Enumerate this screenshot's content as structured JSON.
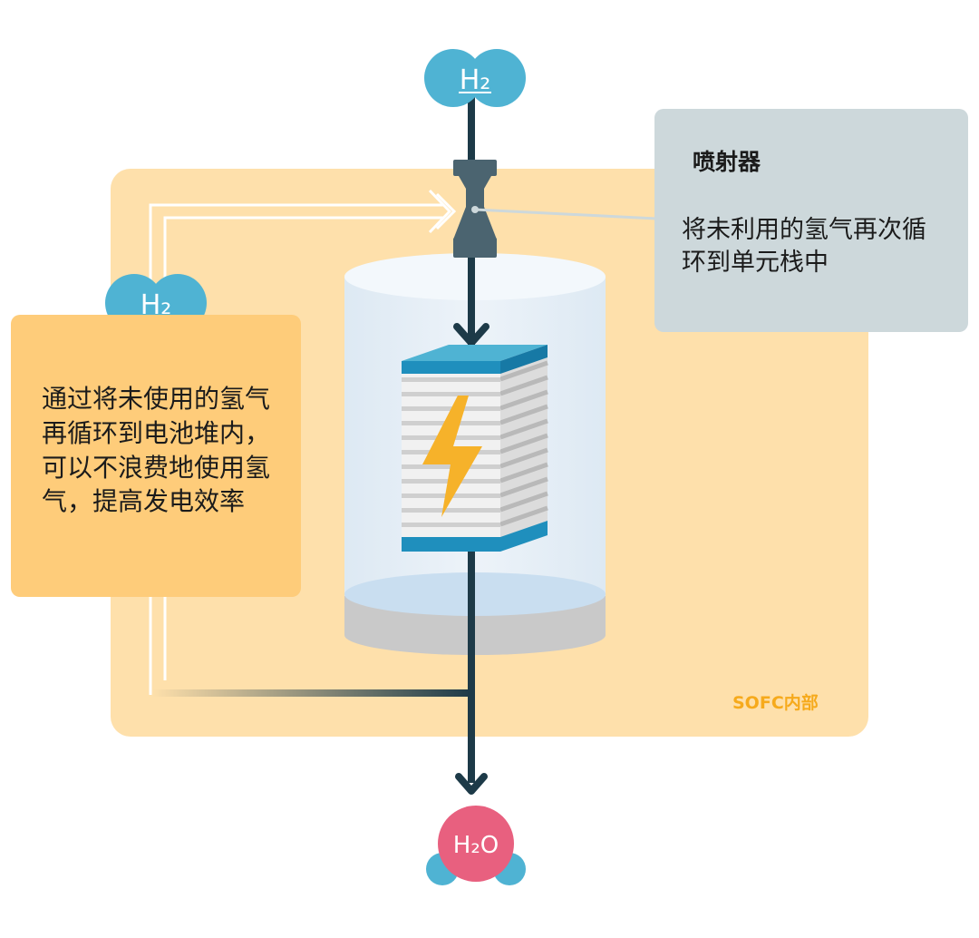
{
  "molecules": {
    "top": {
      "label": "H₂"
    },
    "left": {
      "label": "H₂"
    },
    "bottom": {
      "label": "H₂O"
    }
  },
  "injector_callout": {
    "title": "喷射器",
    "description": "将未利用的氢气再次循环到单元栈中"
  },
  "recycle_callout": {
    "description": "通过将未使用的氢气再循环到电池堆内，可以不浪费地使用氢气，提高发电效率"
  },
  "sofc_region": {
    "label": "SOFC内部"
  },
  "colors": {
    "sofc_region_bg": "#fee0ab",
    "recycle_callout_bg": "#fecc7a",
    "injector_callout_bg": "#cdd8db",
    "hydrogen_molecule": "#4fb3d3",
    "water_molecule": "#e8607f",
    "main_line": "#1d3a48",
    "stack_accent": "#1f8fbd",
    "lightning": "#f6b22a",
    "sofc_label": "#f6aa1c"
  },
  "icons": [
    "hydrogen-molecule-icon",
    "water-molecule-icon",
    "injector-icon",
    "cell-stack-icon",
    "lightning-icon",
    "arrow-down-icon",
    "arrow-right-icon"
  ]
}
